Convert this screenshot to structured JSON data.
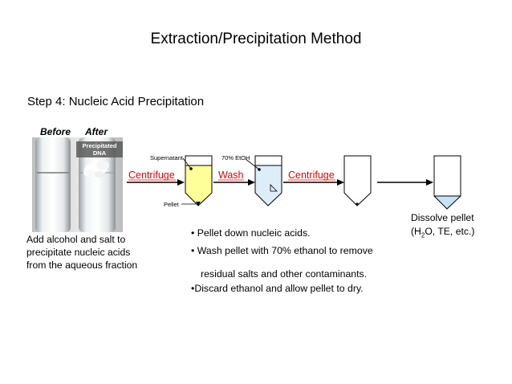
{
  "title": "Extraction/Precipitation Method",
  "step_heading": "Step 4: Nucleic Acid Precipitation",
  "photo": {
    "before_label": "Before",
    "after_label": "After",
    "precipitated_label_1": "Precipitated",
    "precipitated_label_2": "DNA"
  },
  "left_caption": [
    "Add alcohol and salt to",
    "precipitate nucleic acids",
    "from the aqueous fraction"
  ],
  "diagram": {
    "supernatant_label": "Supernatant",
    "etoh_label": "70% EtOH",
    "pellet_label": "Pellet",
    "arrows": [
      "Centrifuge",
      "Wash",
      "Centrifuge"
    ],
    "colors": {
      "supernatant": "#ffff99",
      "etoh": "#ddeef8",
      "arrow_text": "#e00000",
      "dissolved": "#c6e3f5"
    }
  },
  "right_caption": {
    "line1": "Dissolve pellet",
    "line2_pre": "(H",
    "line2_sub": "2",
    "line2_post": "O, TE, etc.)"
  },
  "bullets": [
    "Pellet down nucleic acids.",
    "Wash pellet with 70% ethanol to remove",
    "residual salts and other contaminants.",
    "Discard ethanol and allow pellet to dry."
  ]
}
